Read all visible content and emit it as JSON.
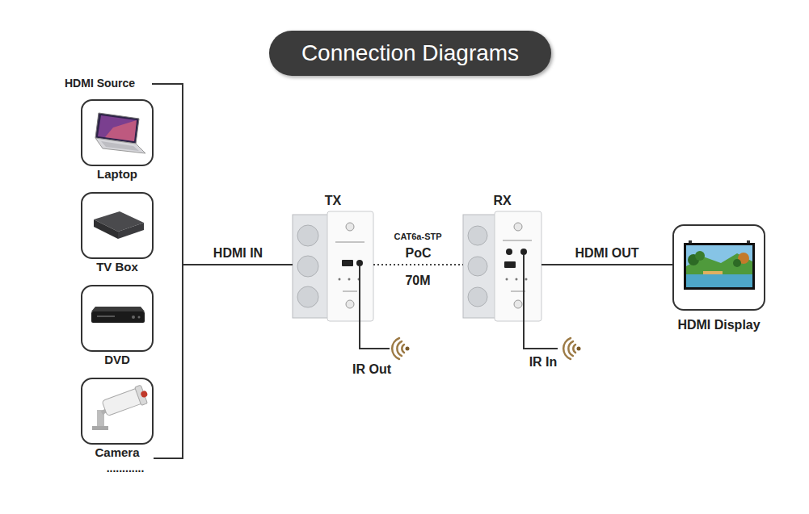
{
  "diagram": {
    "title": "Connection Diagrams",
    "nodes": [
      {
        "text": [
          "HDMI Source"
        ]
      },
      {
        "text": [
          "Laptop"
        ],
        "in": 0
      },
      {
        "text": [
          "TV Box"
        ],
        "in": 0
      },
      {
        "text": [
          "DVD"
        ],
        "in": 0
      },
      {
        "text": [
          "Camera"
        ],
        "in": 0
      },
      {
        "text": [
          "TX"
        ]
      },
      {
        "text": [
          "RX"
        ]
      },
      {
        "text": [
          "HDMI Display"
        ]
      }
    ],
    "edges": [
      {
        "from": 0,
        "to": 5,
        "arrow": "none",
        "label": "HDMI IN"
      },
      {
        "from": 5,
        "to": 6,
        "arrow": "none",
        "label": "PoC"
      },
      {
        "from": 6,
        "to": 7,
        "arrow": "none",
        "label": "HDMI OUT"
      }
    ],
    "labels": [
      "............",
      "CAT6a-STP",
      "70M",
      "IR Out",
      "IR In"
    ]
  }
}
